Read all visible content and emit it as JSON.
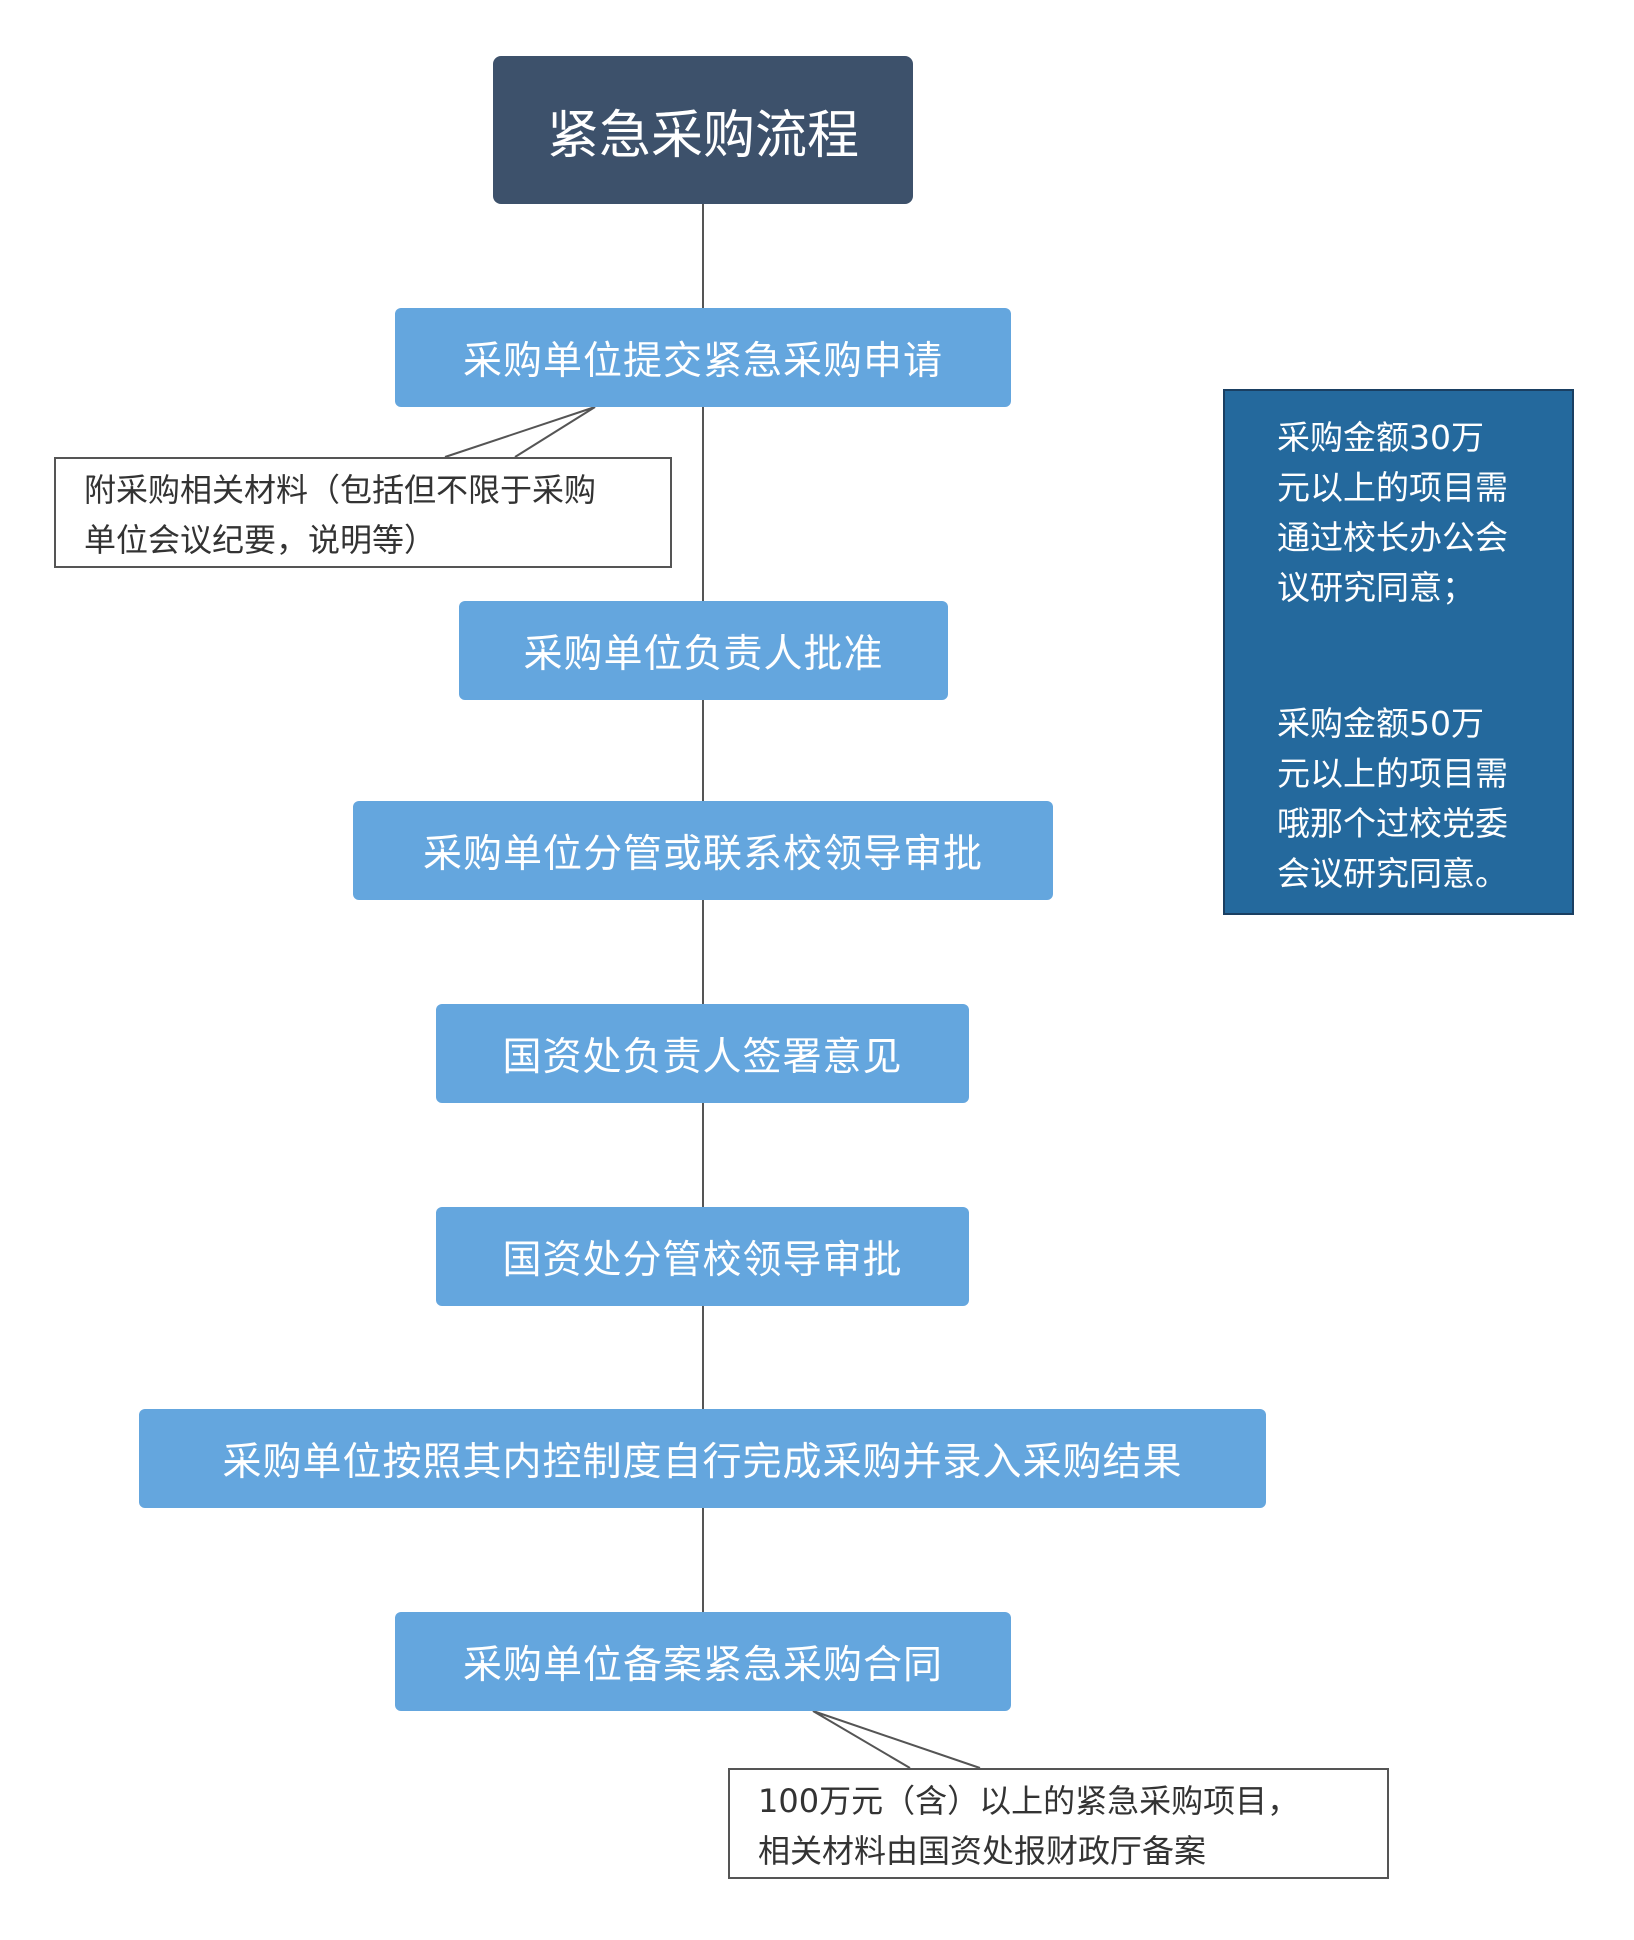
{
  "title": "紧急采购流程",
  "steps": [
    "采购单位提交紧急采购申请",
    "采购单位负责人批准",
    "采购单位分管或联系校领导审批",
    "国资处负责人签署意见",
    "国资处分管校领导审批",
    "采购单位按照其内控制度自行完成采购并录入采购结果",
    "采购单位备案紧急采购合同"
  ],
  "notes": {
    "top": [
      "附采购相关材料（包括但不限于采购",
      "单位会议纪要，说明等）"
    ],
    "bottom": [
      "100万元（含）以上的紧急采购项目，",
      "相关材料由国资处报财政厅备案"
    ]
  },
  "side_box": {
    "paragraph1": [
      "采购金额30万",
      "元以上的项目需",
      "通过校长办公会",
      "议研究同意；"
    ],
    "paragraph2": [
      "采购金额50万",
      "元以上的项目需",
      "哦那个过校党委",
      "会议研究同意。"
    ]
  },
  "colors": {
    "title_bg": "#3d516b",
    "step_bg": "#64a6de",
    "side_bg": "#24699d",
    "line": "#555555"
  }
}
